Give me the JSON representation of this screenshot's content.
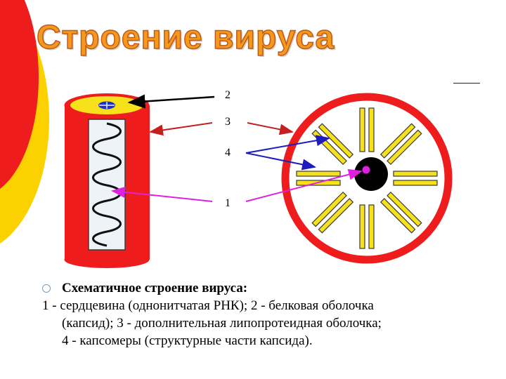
{
  "title": "Строение вируса",
  "labels": [
    "2",
    "3",
    "4",
    "1"
  ],
  "caption": {
    "heading": "Схематичное строение вируса:",
    "lines": [
      "1 - сердцевина (однонитчатая РНК); 2 - белковая оболочка",
      "(капсид); 3 - дополнительная липопротеидная оболочка;",
      "4 - капсомеры (структурные части капсида)."
    ]
  },
  "colors": {
    "red": "#ee1c1c",
    "yellow": "#f7e11a",
    "gold": "#fbd100",
    "title_orange": "#f39a1c",
    "arrow_black": "#000000",
    "arrow_red": "#c42020",
    "arrow_blue": "#1c1cbf",
    "arrow_magenta": "#e020e0"
  }
}
